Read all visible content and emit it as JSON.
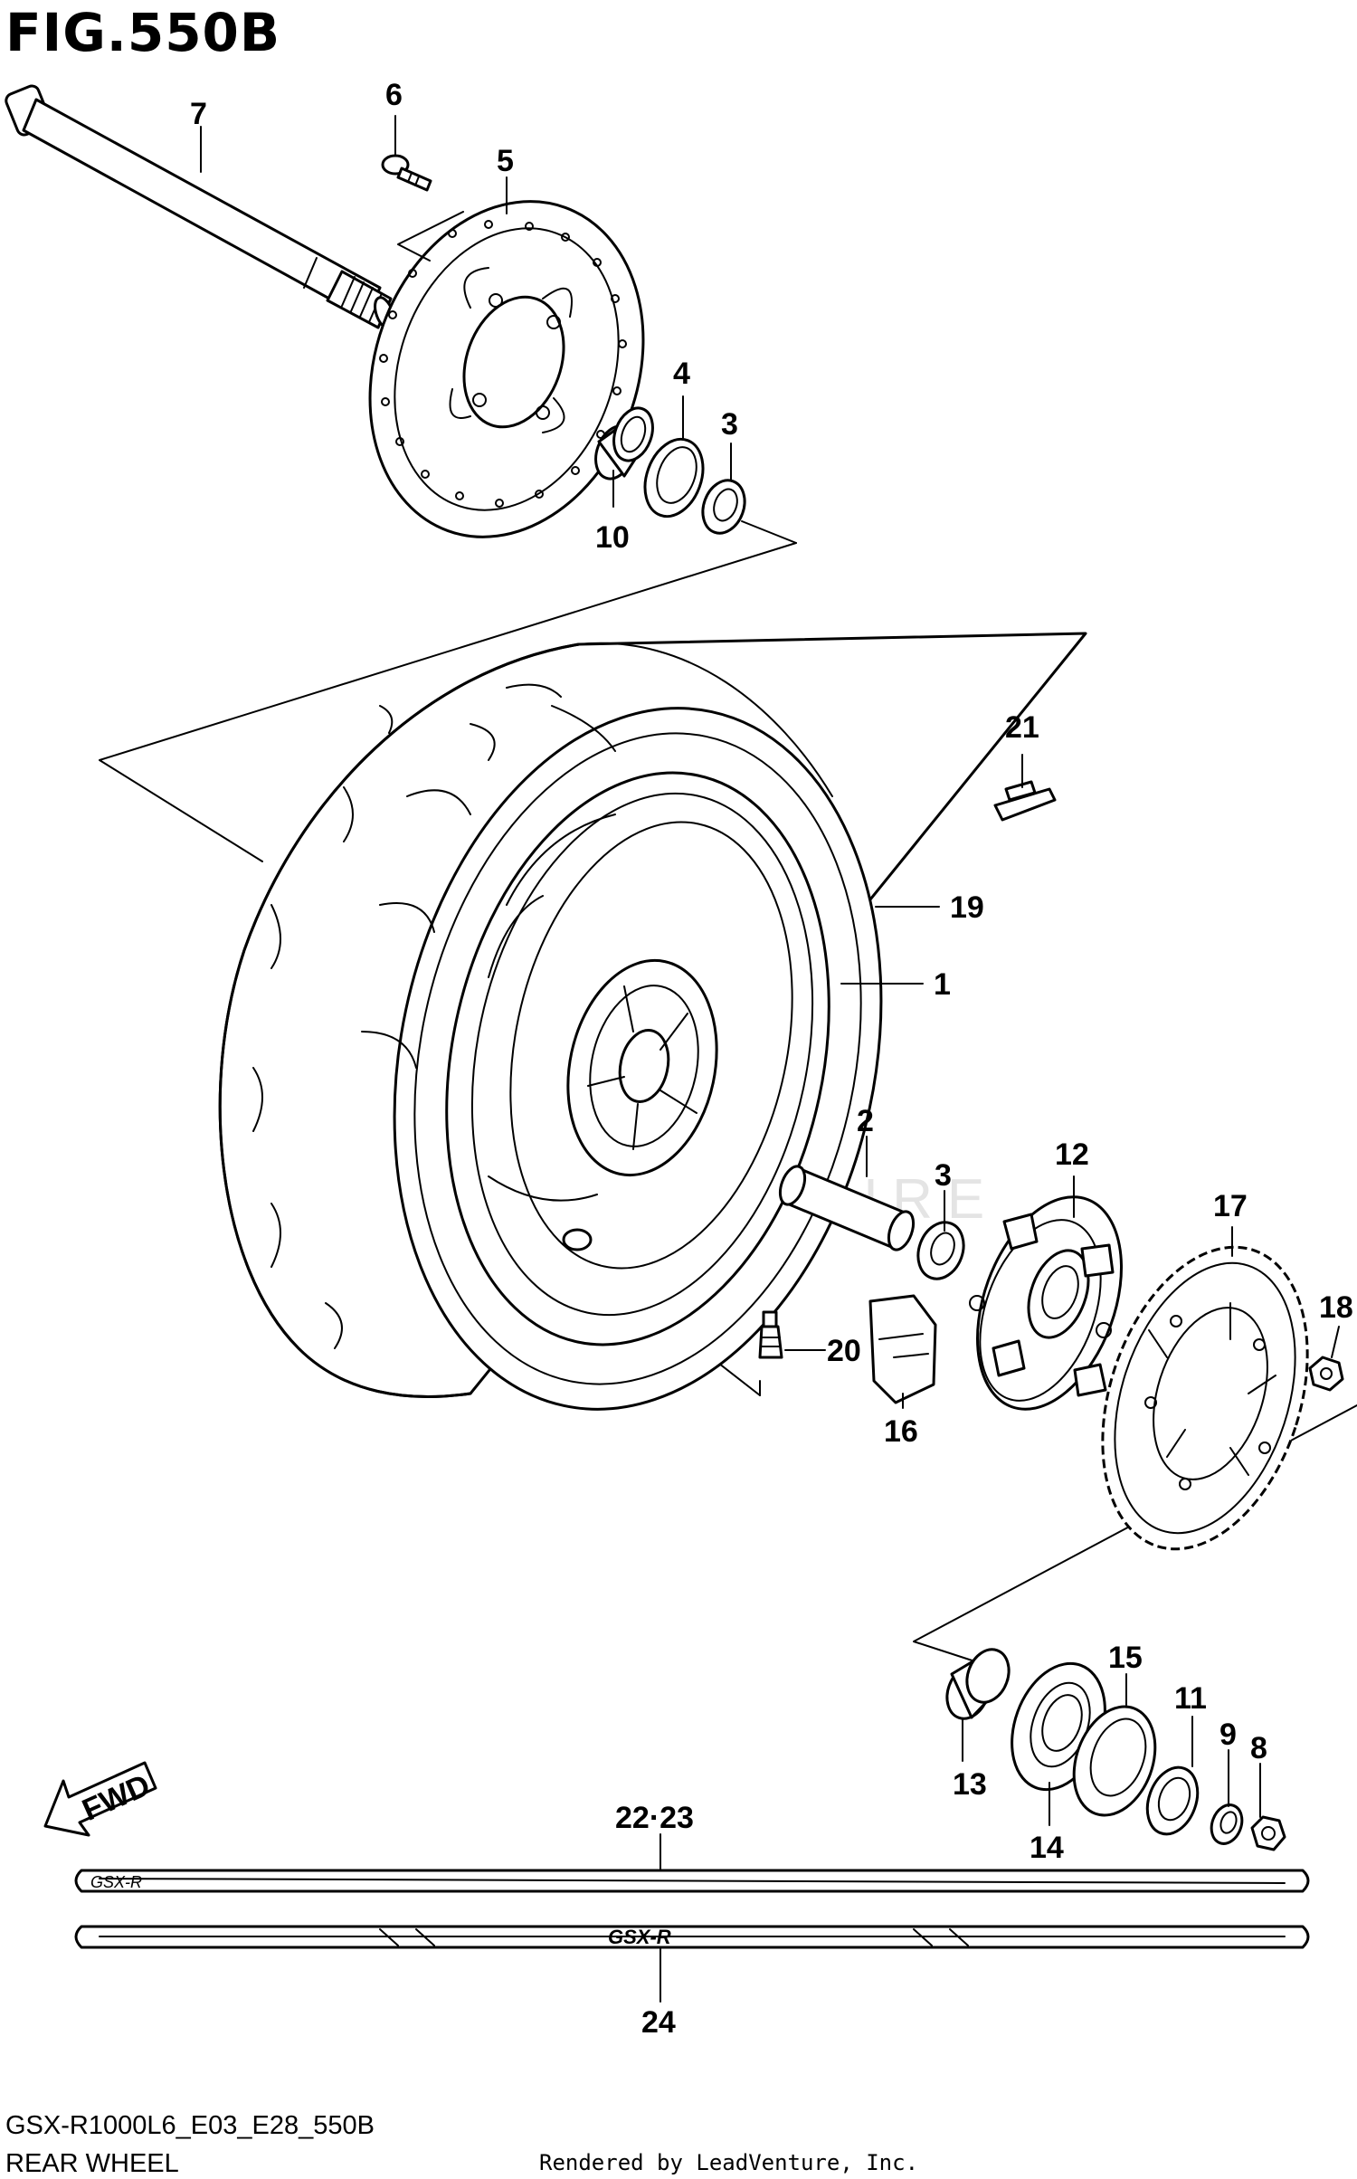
{
  "figure": {
    "title": "FIG.550B",
    "model_code": "GSX-R1000L6_E03_E28_550B",
    "section_name": "REAR WHEEL",
    "credit": "Rendered by LeadVenture, Inc.",
    "watermark": "LEADVENTURE"
  },
  "callouts": [
    {
      "id": "c1",
      "label": "1"
    },
    {
      "id": "c2",
      "label": "2"
    },
    {
      "id": "c3a",
      "label": "3"
    },
    {
      "id": "c3b",
      "label": "3"
    },
    {
      "id": "c4",
      "label": "4"
    },
    {
      "id": "c5",
      "label": "5"
    },
    {
      "id": "c6",
      "label": "6"
    },
    {
      "id": "c7",
      "label": "7"
    },
    {
      "id": "c8",
      "label": "8"
    },
    {
      "id": "c9",
      "label": "9"
    },
    {
      "id": "c10",
      "label": "10"
    },
    {
      "id": "c11",
      "label": "11"
    },
    {
      "id": "c12",
      "label": "12"
    },
    {
      "id": "c13",
      "label": "13"
    },
    {
      "id": "c14",
      "label": "14"
    },
    {
      "id": "c15",
      "label": "15"
    },
    {
      "id": "c16",
      "label": "16"
    },
    {
      "id": "c17",
      "label": "17"
    },
    {
      "id": "c18",
      "label": "18"
    },
    {
      "id": "c19",
      "label": "19"
    },
    {
      "id": "c20",
      "label": "20"
    },
    {
      "id": "c21",
      "label": "21"
    },
    {
      "id": "c2223",
      "label": "22·23"
    },
    {
      "id": "c24",
      "label": "24"
    }
  ],
  "fwd_arrow": {
    "label": "FWD"
  },
  "decal_text": "GSX-R"
}
